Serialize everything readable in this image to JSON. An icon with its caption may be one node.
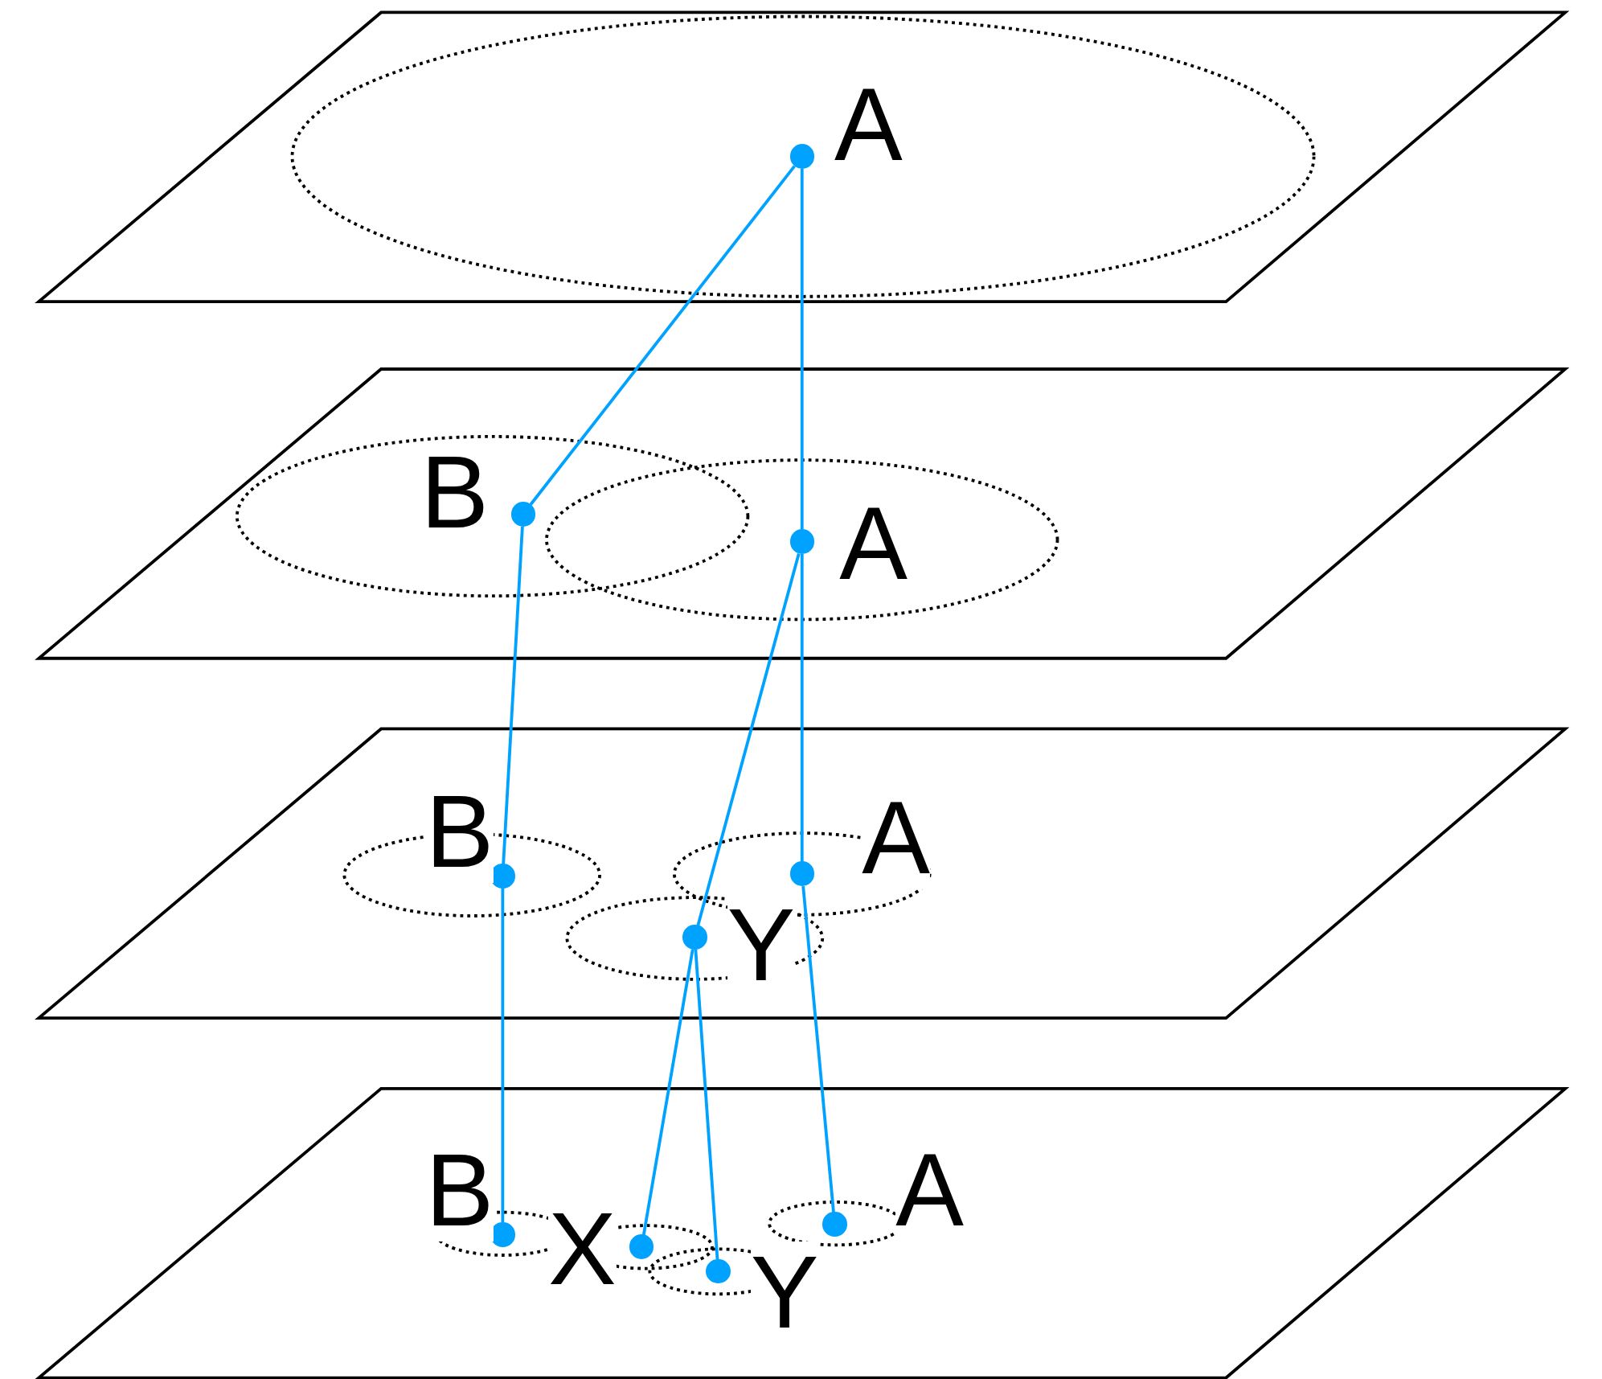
{
  "diagram": {
    "nodes": [
      {
        "text": [],
        "shape": "circle",
        "beside": [
          "A"
        ]
      },
      {
        "text": [],
        "shape": "circle",
        "beside": [
          "B"
        ]
      },
      {
        "text": [],
        "shape": "circle",
        "beside": [
          "A"
        ]
      },
      {
        "text": [],
        "shape": "circle",
        "beside": [
          "B"
        ]
      },
      {
        "text": [],
        "shape": "circle",
        "beside": [
          "A"
        ]
      },
      {
        "text": [],
        "shape": "circle",
        "beside": [
          "Y"
        ]
      },
      {
        "text": [],
        "shape": "circle",
        "beside": [
          "B"
        ]
      },
      {
        "text": [],
        "shape": "circle",
        "beside": [
          "X"
        ]
      },
      {
        "text": [],
        "shape": "circle",
        "beside": [
          "Y"
        ]
      },
      {
        "text": [],
        "shape": "circle",
        "beside": [
          "A"
        ]
      }
    ],
    "edges": [
      {
        "from": 0,
        "to": 1,
        "arrow": "none"
      },
      {
        "from": 0,
        "to": 2,
        "arrow": "none"
      },
      {
        "from": 1,
        "to": 3,
        "arrow": "none"
      },
      {
        "from": 2,
        "to": 4,
        "arrow": "none"
      },
      {
        "from": 2,
        "to": 5,
        "arrow": "none"
      },
      {
        "from": 3,
        "to": 6,
        "arrow": "none"
      },
      {
        "from": 5,
        "to": 7,
        "arrow": "none"
      },
      {
        "from": 5,
        "to": 8,
        "arrow": "none"
      },
      {
        "from": 4,
        "to": 9,
        "arrow": "none"
      }
    ]
  }
}
